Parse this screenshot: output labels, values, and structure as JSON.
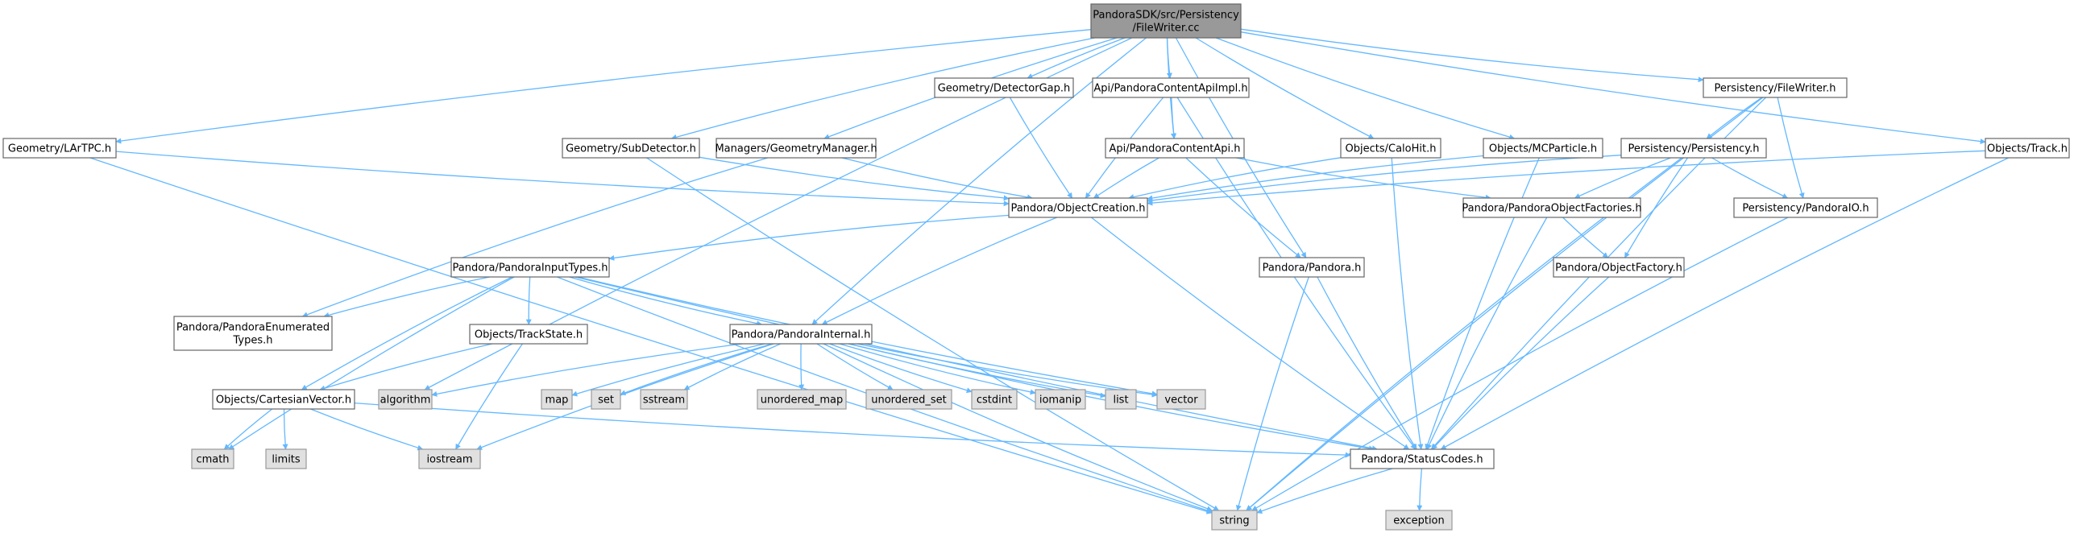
{
  "colors": {
    "root_fill": "#999999",
    "root_stroke": "#666666",
    "header_fill": "#ffffff",
    "header_stroke": "#666666",
    "system_fill": "#e0e0e0",
    "system_stroke": "#999999",
    "edge": "#63b8ff"
  },
  "nodes": {
    "root": {
      "lines": [
        "PandoraSDK/src/Persistency",
        "/FileWriter.cc"
      ],
      "kind": "root"
    },
    "lartpc": {
      "lines": [
        "Geometry/LArTPC.h"
      ],
      "kind": "header"
    },
    "subdetector": {
      "lines": [
        "Geometry/SubDetector.h"
      ],
      "kind": "header"
    },
    "geommgr": {
      "lines": [
        "Managers/GeometryManager.h"
      ],
      "kind": "header"
    },
    "detectorgap": {
      "lines": [
        "Geometry/DetectorGap.h"
      ],
      "kind": "header"
    },
    "apiimpl": {
      "lines": [
        "Api/PandoraContentApiImpl.h"
      ],
      "kind": "header"
    },
    "contentapi": {
      "lines": [
        "Api/PandoraContentApi.h"
      ],
      "kind": "header"
    },
    "calohit": {
      "lines": [
        "Objects/CaloHit.h"
      ],
      "kind": "header"
    },
    "mcparticle": {
      "lines": [
        "Objects/MCParticle.h"
      ],
      "kind": "header"
    },
    "pfilewriter": {
      "lines": [
        "Persistency/FileWriter.h"
      ],
      "kind": "header"
    },
    "track": {
      "lines": [
        "Objects/Track.h"
      ],
      "kind": "header"
    },
    "persistency": {
      "lines": [
        "Persistency/Persistency.h"
      ],
      "kind": "header"
    },
    "objcreation": {
      "lines": [
        "Pandora/ObjectCreation.h"
      ],
      "kind": "header"
    },
    "objfactories": {
      "lines": [
        "Pandora/PandoraObjectFactories.h"
      ],
      "kind": "header"
    },
    "pandoraio": {
      "lines": [
        "Persistency/PandoraIO.h"
      ],
      "kind": "header"
    },
    "inputtypes": {
      "lines": [
        "Pandora/PandoraInputTypes.h"
      ],
      "kind": "header"
    },
    "pandora": {
      "lines": [
        "Pandora/Pandora.h"
      ],
      "kind": "header"
    },
    "objfactory": {
      "lines": [
        "Pandora/ObjectFactory.h"
      ],
      "kind": "header"
    },
    "enumtypes": {
      "lines": [
        "Pandora/PandoraEnumerated",
        "Types.h"
      ],
      "kind": "header"
    },
    "trackstate": {
      "lines": [
        "Objects/TrackState.h"
      ],
      "kind": "header"
    },
    "internal": {
      "lines": [
        "Pandora/PandoraInternal.h"
      ],
      "kind": "header"
    },
    "algorithm": {
      "lines": [
        "algorithm"
      ],
      "kind": "system"
    },
    "cartesian": {
      "lines": [
        "Objects/CartesianVector.h"
      ],
      "kind": "header"
    },
    "map": {
      "lines": [
        "map"
      ],
      "kind": "system"
    },
    "set": {
      "lines": [
        "set"
      ],
      "kind": "system"
    },
    "sstream": {
      "lines": [
        "sstream"
      ],
      "kind": "system"
    },
    "umap": {
      "lines": [
        "unordered_map"
      ],
      "kind": "system"
    },
    "uset": {
      "lines": [
        "unordered_set"
      ],
      "kind": "system"
    },
    "cstdint": {
      "lines": [
        "cstdint"
      ],
      "kind": "system"
    },
    "iomanip": {
      "lines": [
        "iomanip"
      ],
      "kind": "system"
    },
    "list": {
      "lines": [
        "list"
      ],
      "kind": "system"
    },
    "vector": {
      "lines": [
        "vector"
      ],
      "kind": "system"
    },
    "cmath": {
      "lines": [
        "cmath"
      ],
      "kind": "system"
    },
    "limits": {
      "lines": [
        "limits"
      ],
      "kind": "system"
    },
    "iostream": {
      "lines": [
        "iostream"
      ],
      "kind": "system"
    },
    "statuscodes": {
      "lines": [
        "Pandora/StatusCodes.h"
      ],
      "kind": "header"
    },
    "string": {
      "lines": [
        "string"
      ],
      "kind": "system"
    },
    "exception": {
      "lines": [
        "exception"
      ],
      "kind": "system"
    }
  },
  "edges": [
    [
      "root",
      "lartpc"
    ],
    [
      "root",
      "subdetector"
    ],
    [
      "root",
      "geommgr"
    ],
    [
      "root",
      "detectorgap"
    ],
    [
      "root",
      "apiimpl"
    ],
    [
      "root",
      "contentapi"
    ],
    [
      "root",
      "calohit"
    ],
    [
      "root",
      "mcparticle"
    ],
    [
      "root",
      "pfilewriter"
    ],
    [
      "root",
      "track"
    ],
    [
      "root",
      "internal"
    ],
    [
      "root",
      "pandora"
    ],
    [
      "root",
      "algorithm"
    ],
    [
      "lartpc",
      "objcreation"
    ],
    [
      "lartpc",
      "string"
    ],
    [
      "subdetector",
      "objcreation"
    ],
    [
      "subdetector",
      "string"
    ],
    [
      "geommgr",
      "objcreation"
    ],
    [
      "geommgr",
      "enumtypes"
    ],
    [
      "detectorgap",
      "objcreation"
    ],
    [
      "apiimpl",
      "contentapi"
    ],
    [
      "apiimpl",
      "objcreation"
    ],
    [
      "apiimpl",
      "statuscodes"
    ],
    [
      "contentapi",
      "objcreation"
    ],
    [
      "contentapi",
      "pandora"
    ],
    [
      "contentapi",
      "objfactories"
    ],
    [
      "calohit",
      "objcreation"
    ],
    [
      "calohit",
      "statuscodes"
    ],
    [
      "mcparticle",
      "objcreation"
    ],
    [
      "mcparticle",
      "statuscodes"
    ],
    [
      "pfilewriter",
      "persistency"
    ],
    [
      "pfilewriter",
      "pandoraio"
    ],
    [
      "pfilewriter",
      "statuscodes"
    ],
    [
      "pfilewriter",
      "string"
    ],
    [
      "track",
      "objcreation"
    ],
    [
      "track",
      "statuscodes"
    ],
    [
      "persistency",
      "objcreation"
    ],
    [
      "persistency",
      "objfactories"
    ],
    [
      "persistency",
      "pandoraio"
    ],
    [
      "persistency",
      "objfactory"
    ],
    [
      "persistency",
      "string"
    ],
    [
      "objcreation",
      "inputtypes"
    ],
    [
      "objcreation",
      "internal"
    ],
    [
      "objcreation",
      "statuscodes"
    ],
    [
      "objfactories",
      "objfactory"
    ],
    [
      "objfactories",
      "statuscodes"
    ],
    [
      "pandoraio",
      "string"
    ],
    [
      "inputtypes",
      "enumtypes"
    ],
    [
      "inputtypes",
      "trackstate"
    ],
    [
      "inputtypes",
      "internal"
    ],
    [
      "inputtypes",
      "cartesian"
    ],
    [
      "inputtypes",
      "statuscodes"
    ],
    [
      "inputtypes",
      "vector"
    ],
    [
      "inputtypes",
      "cmath"
    ],
    [
      "inputtypes",
      "string"
    ],
    [
      "pandora",
      "statuscodes"
    ],
    [
      "pandora",
      "string"
    ],
    [
      "objfactory",
      "statuscodes"
    ],
    [
      "trackstate",
      "cartesian"
    ],
    [
      "trackstate",
      "iostream"
    ],
    [
      "internal",
      "algorithm"
    ],
    [
      "internal",
      "map"
    ],
    [
      "internal",
      "set"
    ],
    [
      "internal",
      "sstream"
    ],
    [
      "internal",
      "umap"
    ],
    [
      "internal",
      "uset"
    ],
    [
      "internal",
      "cstdint"
    ],
    [
      "internal",
      "iomanip"
    ],
    [
      "internal",
      "list"
    ],
    [
      "internal",
      "vector"
    ],
    [
      "internal",
      "iostream"
    ],
    [
      "internal",
      "string"
    ],
    [
      "internal",
      "statuscodes"
    ],
    [
      "cartesian",
      "cmath"
    ],
    [
      "cartesian",
      "limits"
    ],
    [
      "cartesian",
      "iostream"
    ],
    [
      "cartesian",
      "statuscodes"
    ],
    [
      "statuscodes",
      "string"
    ],
    [
      "statuscodes",
      "exception"
    ]
  ]
}
